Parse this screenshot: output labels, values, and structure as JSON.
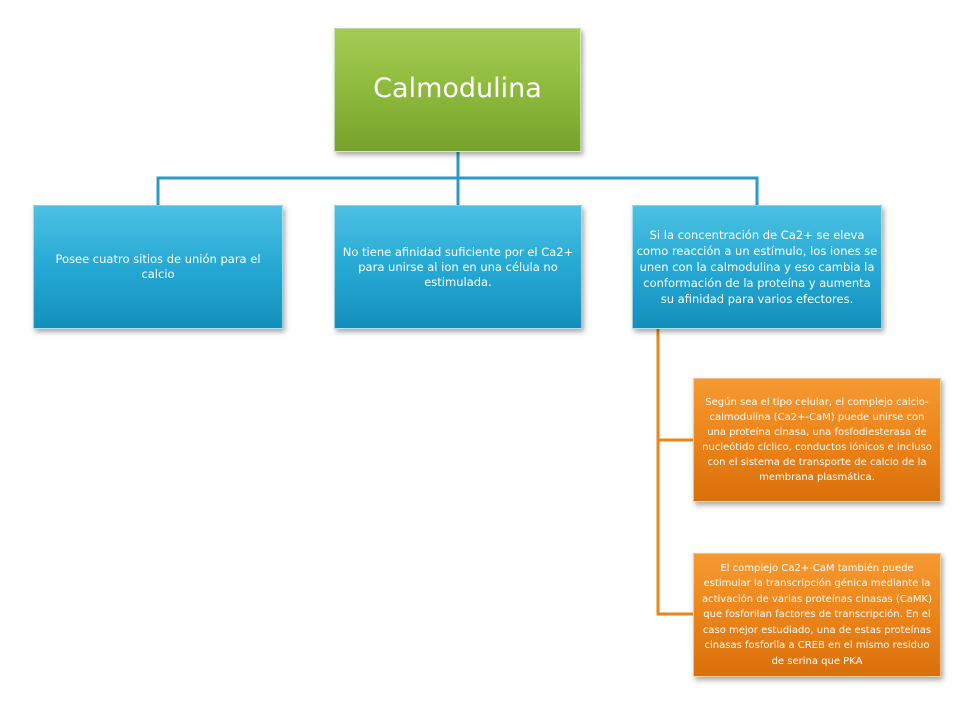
{
  "diagram": {
    "root_label": "Calmodulina",
    "branches": [
      {
        "text": "Posee cuatro sitios de unión para el calcio"
      },
      {
        "text": "No tiene afinidad suficiente por el Ca2+ para unirse al ion en una célula no estimulada."
      },
      {
        "text": "Si la concentración de Ca2+ se eleva como reacción a un estímulo, los iones se unen con la calmodulina y eso cambia la conformación de la proteína y aumenta su afinidad para varios efectores."
      }
    ],
    "sub_branches": [
      {
        "text": "Según sea el tipo celular, el complejo calcio-calmodulina (Ca2+-CaM) puede unirse con una proteína cinasa, una fosfodiesterasa de nucleótido cíclico, conductos iónicos e incluso con el sistema de transporte de calcio de la membrana plasmática."
      },
      {
        "text": "El complejo Ca2+-CaM también puede estimular la transcripción génica mediante la activación de varias proteínas cinasas (CaMK) que fosforilan factores de transcripción. En el caso mejor estudiado, una de estas proteínas cinasas fosforila a CREB en el mismo residuo de serina que PKA"
      }
    ],
    "colors": {
      "root": "#8fbc3f",
      "level1": "#25a9d4",
      "level2": "#ec8419",
      "connector_blue": "#2a9bc4",
      "connector_orange": "#ec8419"
    }
  }
}
